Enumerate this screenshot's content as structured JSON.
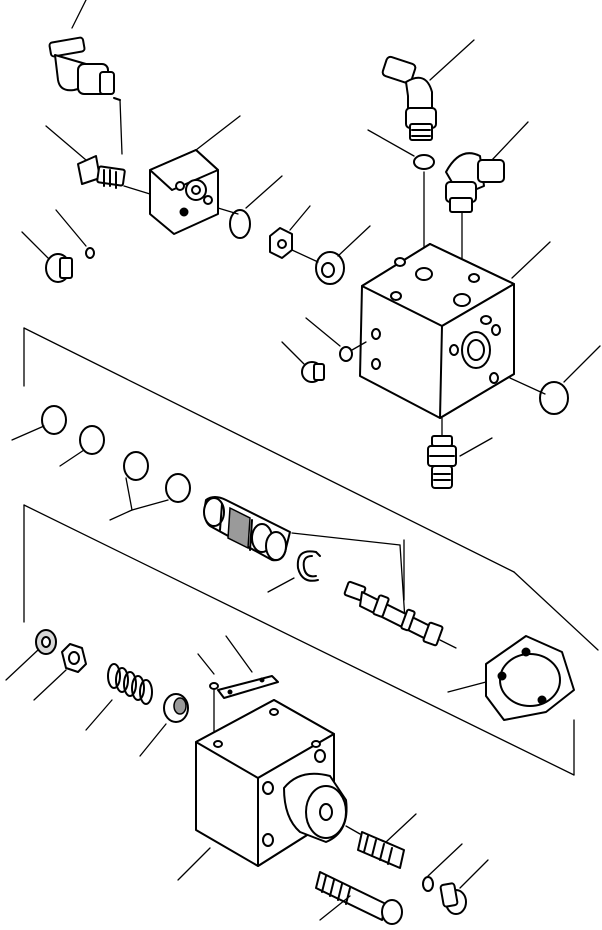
{
  "diagram": {
    "parts": [
      "elbow-fitting-top-left",
      "flange-block",
      "cap-screw",
      "plug",
      "o-ring",
      "nut",
      "washer",
      "elbow-fitting-top-right",
      "elbow-fitting-right",
      "valve-body",
      "fitting-bottom",
      "spool-cartridge",
      "snap-ring",
      "spool-stem",
      "gasket-plate",
      "spring",
      "spring-seat",
      "bracket",
      "end-cap-body",
      "bolt",
      "set-screw"
    ]
  }
}
